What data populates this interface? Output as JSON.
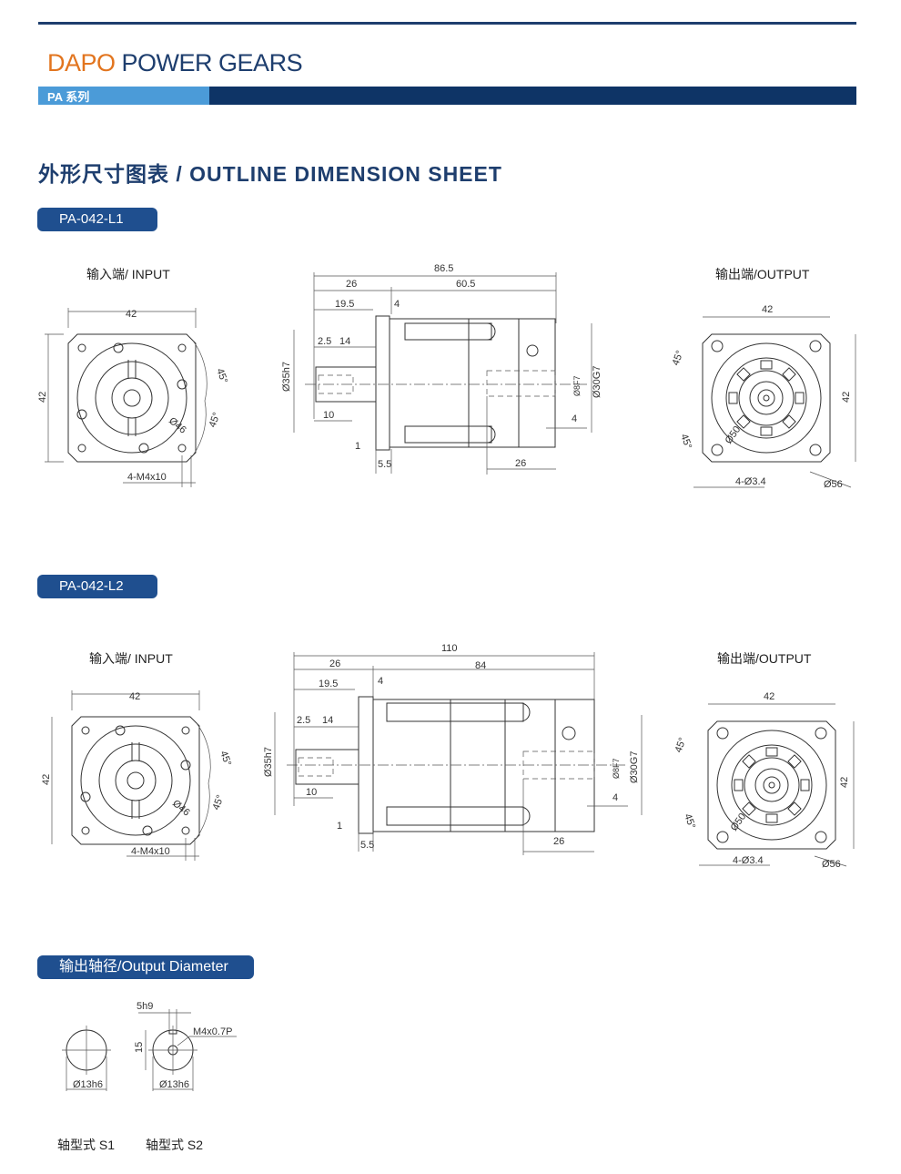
{
  "header": {
    "brand_part1": "DAPO",
    "brand_part2": "POWER GEARS",
    "series": "PA 系列",
    "colors": {
      "orange": "#e2751f",
      "navy": "#1e3e6e",
      "blue_tab": "#4b9bd8",
      "bar": "#0e3466"
    }
  },
  "title": "外形尺寸图表 / OUTLINE DIMENSION SHEET",
  "sections": [
    {
      "model": "PA-042-L1",
      "input_label": "输入端/ INPUT",
      "output_label": "输出端/OUTPUT",
      "input_dims": {
        "width": "42",
        "height": "42",
        "angle_top": "45°",
        "angle_bottom": "45°",
        "circle": "Ø46",
        "holes": "4-M4x10"
      },
      "side_dims": {
        "total": "86.5",
        "input_len": "26",
        "body_len": "60.5",
        "flange": "19.5",
        "gap": "4",
        "d1": "2.5",
        "d2": "14",
        "d3": "10",
        "d4": "1",
        "d5": "5.5",
        "out_len": "26",
        "out_step": "4",
        "bore": "Ø35h7",
        "out_dia": "Ø30G7",
        "key": "Ø8F7"
      },
      "output_dims": {
        "width": "42",
        "height": "42",
        "angle_top": "45°",
        "angle_bottom": "45°",
        "pcd": "Ø50",
        "holes": "4-Ø3.4",
        "outer": "Ø56"
      }
    },
    {
      "model": "PA-042-L2",
      "input_label": "输入端/ INPUT",
      "output_label": "输出端/OUTPUT",
      "input_dims": {
        "width": "42",
        "height": "42",
        "angle_top": "45°",
        "angle_bottom": "45°",
        "circle": "Ø46",
        "holes": "4-M4x10"
      },
      "side_dims": {
        "total": "110",
        "input_len": "26",
        "body_len": "84",
        "flange": "19.5",
        "gap": "4",
        "d1": "2.5",
        "d2": "14",
        "d3": "10",
        "d4": "1",
        "d5": "5.5",
        "out_len": "26",
        "out_step": "4",
        "bore": "Ø35h7",
        "out_dia": "Ø30G7",
        "key": "Ø8F7"
      },
      "output_dims": {
        "width": "42",
        "height": "42",
        "angle_top": "45°",
        "angle_bottom": "45°",
        "pcd": "Ø50",
        "holes": "4-Ø3.4",
        "outer": "Ø56"
      }
    }
  ],
  "output_diameter": {
    "heading": "输出轴径/Output Diameter",
    "s1": {
      "dia": "Ø13h6",
      "label": "轴型式 S1"
    },
    "s2": {
      "dia": "Ø13h6",
      "key": "5h9",
      "height": "15",
      "thread": "M4x0.7P",
      "label": "轴型式 S2"
    }
  }
}
